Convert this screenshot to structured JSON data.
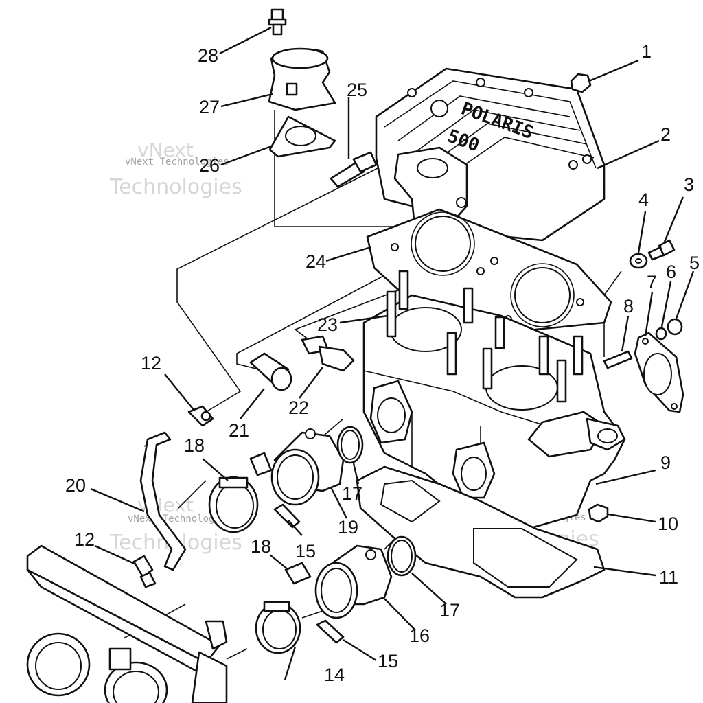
{
  "watermark": {
    "line1": "vNext",
    "line2": "Technologies",
    "small": "vNext Technologies"
  },
  "engine_cover_text": {
    "brand": "POLARIS",
    "model": "500"
  },
  "callouts": [
    {
      "id": "c1",
      "label": "1"
    },
    {
      "id": "c2",
      "label": "2"
    },
    {
      "id": "c3",
      "label": "3"
    },
    {
      "id": "c4",
      "label": "4"
    },
    {
      "id": "c5",
      "label": "5"
    },
    {
      "id": "c6",
      "label": "6"
    },
    {
      "id": "c7",
      "label": "7"
    },
    {
      "id": "c8",
      "label": "8"
    },
    {
      "id": "c9",
      "label": "9"
    },
    {
      "id": "c10",
      "label": "10"
    },
    {
      "id": "c11",
      "label": "11"
    },
    {
      "id": "c12a",
      "label": "12"
    },
    {
      "id": "c12b",
      "label": "12"
    },
    {
      "id": "c14",
      "label": "14"
    },
    {
      "id": "c15a",
      "label": "15"
    },
    {
      "id": "c15b",
      "label": "15"
    },
    {
      "id": "c16",
      "label": "16"
    },
    {
      "id": "c17a",
      "label": "17"
    },
    {
      "id": "c17b",
      "label": "17"
    },
    {
      "id": "c18a",
      "label": "18"
    },
    {
      "id": "c18b",
      "label": "18"
    },
    {
      "id": "c19",
      "label": "19"
    },
    {
      "id": "c20",
      "label": "20"
    },
    {
      "id": "c21",
      "label": "21"
    },
    {
      "id": "c22",
      "label": "22"
    },
    {
      "id": "c23",
      "label": "23"
    },
    {
      "id": "c24",
      "label": "24"
    },
    {
      "id": "c25",
      "label": "25"
    },
    {
      "id": "c26",
      "label": "26"
    },
    {
      "id": "c27",
      "label": "27"
    },
    {
      "id": "c28",
      "label": "28"
    }
  ]
}
